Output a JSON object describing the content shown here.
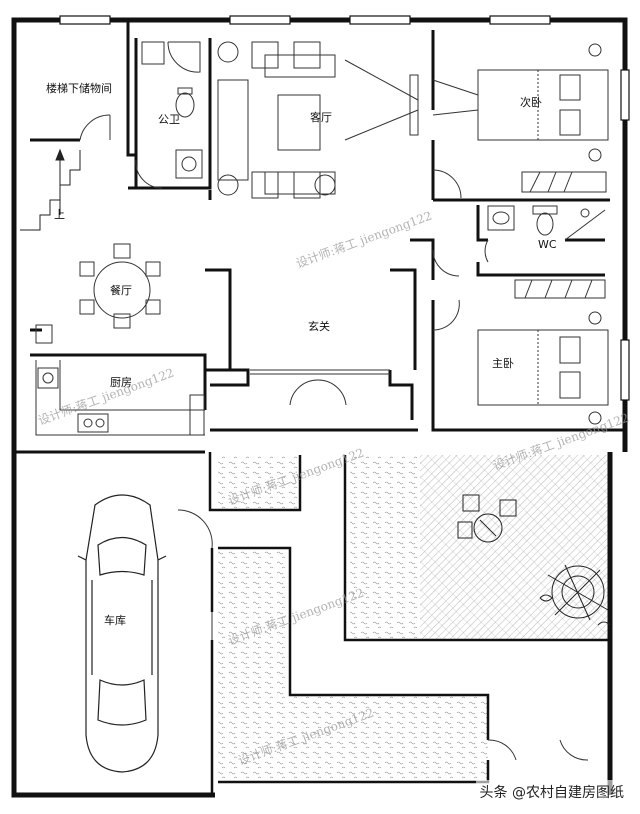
{
  "rooms": {
    "storage": "楼梯下储物间",
    "guest_bath": "公卫",
    "living": "客厅",
    "second_bedroom": "次卧",
    "stair_up": "上",
    "wc": "WC",
    "dining": "餐厅",
    "foyer": "玄关",
    "master_bedroom": "主卧",
    "kitchen": "厨房",
    "garage": "车库"
  },
  "watermark": "设计师:蒋工 jiengong122",
  "footer": "头条 @农村自建房图纸",
  "colors": {
    "wall": "#111111",
    "line": "#333333",
    "hatch": "#6b6b6b",
    "paper": "#ffffff"
  }
}
